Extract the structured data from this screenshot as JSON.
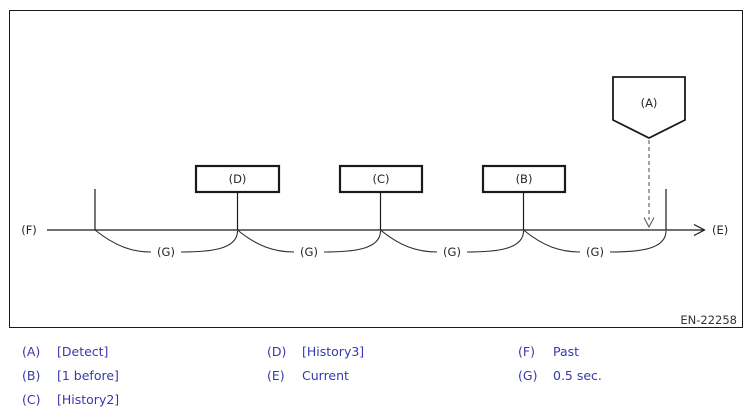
{
  "diagram": {
    "figure_code": "EN-22258",
    "marker_a_label": "(A)",
    "timeline": {
      "past_label": "(F)",
      "current_label": "(E)"
    },
    "boxes": [
      {
        "label": "(D)"
      },
      {
        "label": "(C)"
      },
      {
        "label": "(B)"
      }
    ],
    "interval_labels": [
      "(G)",
      "(G)",
      "(G)",
      "(G)"
    ]
  },
  "legend": {
    "columns": [
      {
        "items": [
          {
            "key": "(A)",
            "value": "[Detect]"
          },
          {
            "key": "(B)",
            "value": "[1 before]"
          },
          {
            "key": "(C)",
            "value": "[History2]"
          }
        ]
      },
      {
        "items": [
          {
            "key": "(D)",
            "value": "[History3]"
          },
          {
            "key": "(E)",
            "value": "Current"
          }
        ]
      },
      {
        "items": [
          {
            "key": "(F)",
            "value": "Past"
          },
          {
            "key": "(G)",
            "value": "0.5 sec."
          }
        ]
      }
    ]
  },
  "colors": {
    "line": "#1a1a1a",
    "curve": "#2e2e2e",
    "dashed": "#595959",
    "legend_text": "#3838ae",
    "background": "#ffffff"
  }
}
